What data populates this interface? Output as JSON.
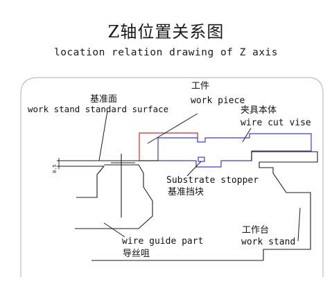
{
  "title": {
    "chinese": "Z轴位置关系图",
    "english": "location relation drawing of Z axis"
  },
  "labels": {
    "work_piece_cn": "工件",
    "work_piece_en": "work piece",
    "standard_surface_cn": "基准面",
    "standard_surface_en": "work stand standard surface",
    "wire_cut_vise_cn": "夹具本体",
    "wire_cut_vise_en": "wire cut vise",
    "substrate_stopper_en": "Substrate stopper",
    "substrate_stopper_cn": "基准挡块",
    "wire_guide_en": "wire guide part",
    "wire_guide_cn": "导丝咀",
    "work_stand_cn": "工作台",
    "work_stand_en": "work stand",
    "dimension": "0.5"
  },
  "colors": {
    "work_piece": "#e02020",
    "vise": "#3b3bcc",
    "lines": "#1a1a1a",
    "frame": "#bdbdbd"
  }
}
